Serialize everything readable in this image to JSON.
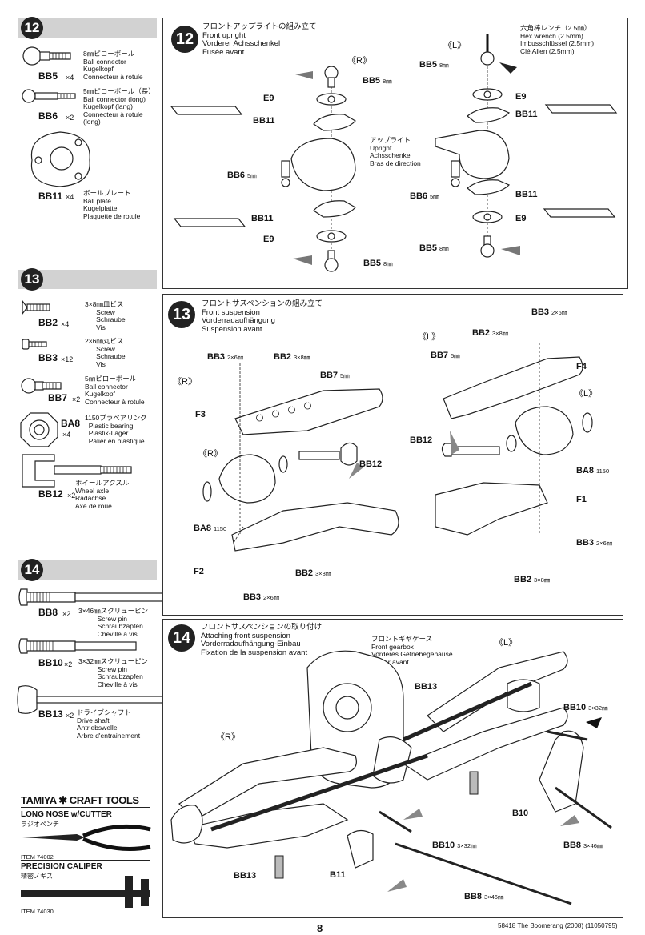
{
  "steps": {
    "s12": {
      "num": "12",
      "title": "フロントアップライトの組み立て\nFront upright\nVorderer Achsschenkel\nFusée avant"
    },
    "s13": {
      "num": "13",
      "title": "フロントサスペンションの組み立て\nFront suspension\nVorderradaufhängung\nSuspension avant"
    },
    "s14": {
      "num": "14",
      "title": "フロントサスペンションの取り付け\nAttaching front suspension\nVorderradaufhängung-Einbau\nFixation de la suspension avant"
    }
  },
  "sidebar": {
    "s12_parts": [
      {
        "code": "BB5",
        "qty": "×4",
        "desc": "8㎜ピローボール\nBall connector\nKugelkopf\nConnecteur à rotule"
      },
      {
        "code": "BB6",
        "qty": "×2",
        "desc": "5㎜ピローボール（長）\nBall connector (long)\nKugelkopf (lang)\nConnecteur à rotule\n(long)"
      },
      {
        "code": "BB11",
        "qty": "×4",
        "desc": "ボールプレート\nBall plate\nKugelplatte\nPlaquette de rotule"
      }
    ],
    "s13_parts": [
      {
        "code": "BB2",
        "qty": "×4",
        "desc": "3×8㎜皿ビス\n      Screw\n      Schraube\n      Vis"
      },
      {
        "code": "BB3",
        "qty": "×12",
        "desc": "2×6㎜丸ビス\n      Screw\n      Schraube\n      Vis"
      },
      {
        "code": "BB7",
        "qty": "×2",
        "desc": "5㎜ピローボール\nBall connector\nKugelkopf\nConnecteur à rotule"
      },
      {
        "code": "BA8",
        "qty": "×4",
        "desc": "1150プラベアリング\n  Plastic bearing\n  Plastik-Lager\n  Palier en plastique"
      },
      {
        "code": "BB12",
        "qty": "×2",
        "desc": "ホイールアクスル\nWheel axle\nRadachse\nAxe de roue"
      }
    ],
    "s14_parts": [
      {
        "code": "BB8",
        "qty": "×2",
        "desc": "3×46㎜スクリューピン\n          Screw pin\n          Schraubzapfen\n          Cheville à vis"
      },
      {
        "code": "BB10",
        "qty": "×2",
        "desc": "3×32㎜スクリューピン\n          Screw pin\n          Schraubzapfen\n          Cheville à vis"
      },
      {
        "code": "BB13",
        "qty": "×2",
        "desc": "ドライブシャフト\nDrive shaft\nAntriebswelle\nArbre d'entrainement"
      }
    ]
  },
  "tools": {
    "brand": "TAMIYA ✱ CRAFT TOOLS",
    "items": [
      {
        "name": "LONG NOSE w/CUTTER",
        "jp": "ラジオペンチ",
        "item": "ITEM 74002"
      },
      {
        "name": "PRECISION CALIPER",
        "jp": "精密ノギス",
        "item": "ITEM 74030"
      }
    ]
  },
  "panel12": {
    "R": "《R》",
    "L": "《L》",
    "hex": "六角棒レンチ（2.5㎜）\nHex wrench (2.5mm)\nImbusschlüssel (2,5mm)\nClé Allen (2,5mm)",
    "upright": "アップライト\nUpright\nAchsschenkel\nBras de direction",
    "BB5": "BB5",
    "mm8": "8㎜",
    "E9": "E9",
    "BB11": "BB11",
    "BB6": "BB6",
    "mm5": "5㎜"
  },
  "panel13": {
    "R": "《R》",
    "L": "《L》",
    "BB3": "BB3",
    "BB2": "BB2",
    "BB7": "BB7",
    "F3": "F3",
    "F2": "F2",
    "F1": "F1",
    "F4": "F4",
    "BB12": "BB12",
    "BA8": "BA8",
    "s2x6": "2×6㎜",
    "s3x8": "3×8㎜",
    "s5": "5㎜",
    "s1150": "1150"
  },
  "panel14": {
    "R": "《R》",
    "L": "《L》",
    "gearbox": "フロントギヤケース\nFront gearbox\nVorderes Getriebegehäuse\nCarter avant",
    "BB13": "BB13",
    "BB10": "BB10",
    "BB8": "BB8",
    "B10": "B10",
    "B11": "B11",
    "s3x32": "3×32㎜",
    "s3x46": "3×46㎜"
  },
  "footer": {
    "page": "8",
    "ref": "58418 The Boomerang (2008) (11050795)"
  }
}
